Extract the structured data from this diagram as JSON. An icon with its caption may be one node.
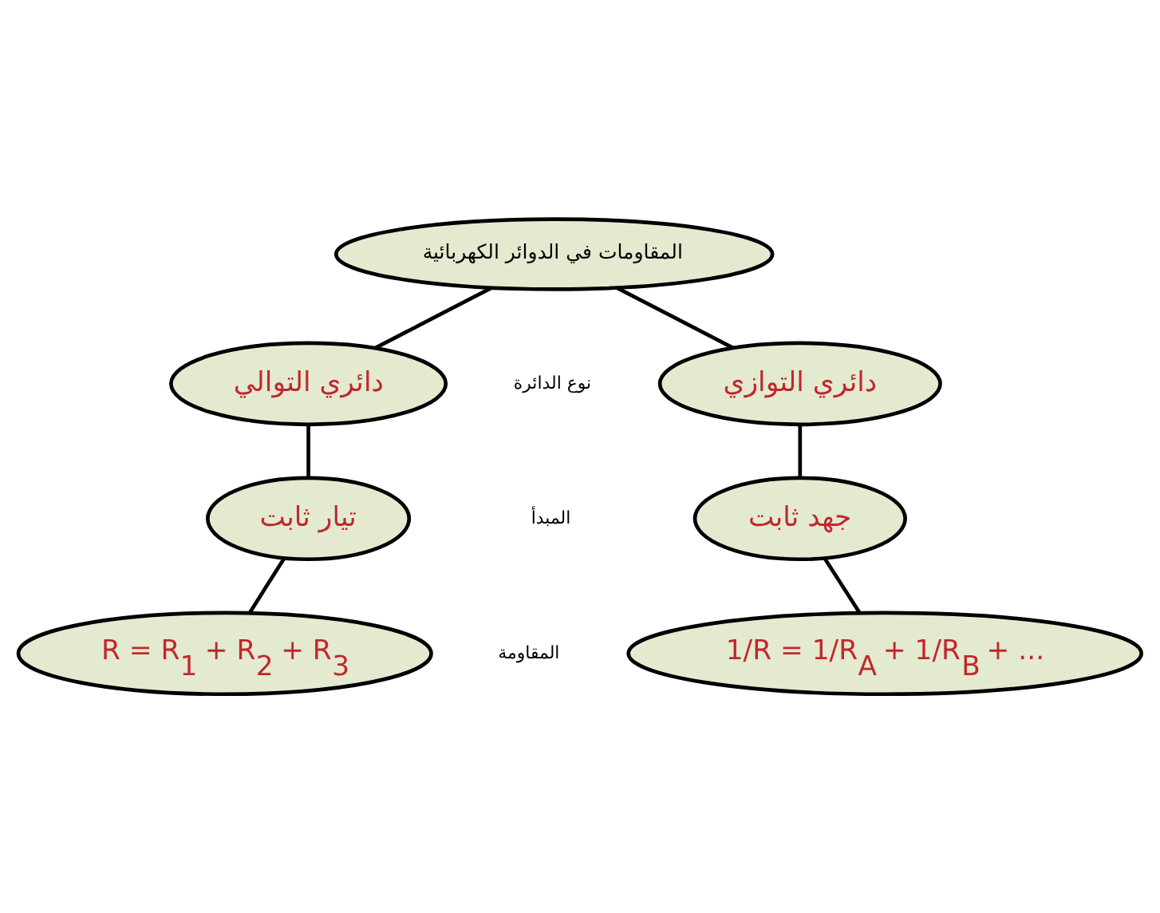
{
  "diagram": {
    "nodes": [
      {
        "text": [
          "المقاومات في الدوائر الكهربائية"
        ]
      },
      {
        "text": [
          "دائري التوالي"
        ]
      },
      {
        "text": [
          "دائري التوازي"
        ]
      },
      {
        "text": [
          "تيار ثابت"
        ]
      },
      {
        "text": [
          "جهد ثابت"
        ]
      },
      {
        "text": [
          "R = R$_{1}$ + R$_{2}$ + R$_{3}$"
        ]
      },
      {
        "text": [
          "1/R = 1/R$_{A}$ + 1/R$_{B}$ + ..."
        ]
      }
    ],
    "edges": [
      {
        "from": 0,
        "to": 1,
        "arrow": "none"
      },
      {
        "from": 0,
        "to": 2,
        "arrow": "none"
      },
      {
        "from": 1,
        "to": 3,
        "arrow": "none"
      },
      {
        "from": 2,
        "to": 4,
        "arrow": "none"
      },
      {
        "from": 3,
        "to": 5,
        "arrow": "none"
      },
      {
        "from": 4,
        "to": 6,
        "arrow": "none"
      }
    ],
    "labels": [
      "نوع الدائرة",
      "المبدأ",
      "المقاومة"
    ]
  }
}
